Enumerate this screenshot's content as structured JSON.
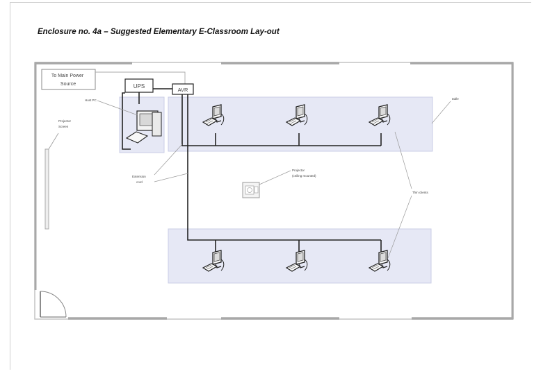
{
  "title": "Enclosure no. 4a – Suggested Elementary E-Classroom Lay-out",
  "labels": {
    "main_power": [
      "To Main Power",
      "Source"
    ],
    "ups": "UPS",
    "avr": "AVR",
    "host_pc": "Host PC",
    "projector_screen": [
      "Projector",
      "Screen"
    ],
    "extension_cord": [
      "Extension",
      "cord"
    ],
    "projector": [
      "Projector",
      "(ceiling mounted)"
    ],
    "table": "table",
    "thin_clients": "Thin clients"
  },
  "icons": {
    "computer": "desktop-computer-icon",
    "projector": "projector-icon",
    "door": "door-swing-icon"
  },
  "colors": {
    "table_fill": "#e6e8f5",
    "table_stroke": "#c9cde6",
    "wall": "#bdbdbd",
    "cable": "#222222"
  },
  "thin_client_count": 6
}
